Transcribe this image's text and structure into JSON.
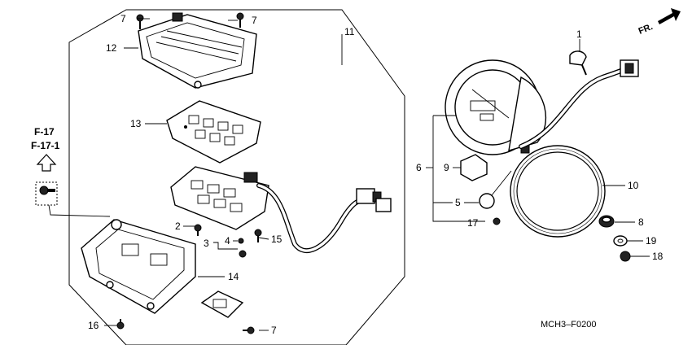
{
  "diagram": {
    "reference": {
      "line1": "F-17",
      "line2": "F-17-1"
    },
    "direction": "FR.",
    "code": "MCH3–F0200",
    "callouts": {
      "c1": "1",
      "c2": "2",
      "c3": "3",
      "c4": "4",
      "c5": "5",
      "c6": "6",
      "c7a": "7",
      "c7b": "7",
      "c7c": "7",
      "c8": "8",
      "c9": "9",
      "c10": "10",
      "c11": "11",
      "c12": "12",
      "c13": "13",
      "c14": "14",
      "c15": "15",
      "c16": "16",
      "c17": "17",
      "c18": "18",
      "c19": "19"
    }
  }
}
